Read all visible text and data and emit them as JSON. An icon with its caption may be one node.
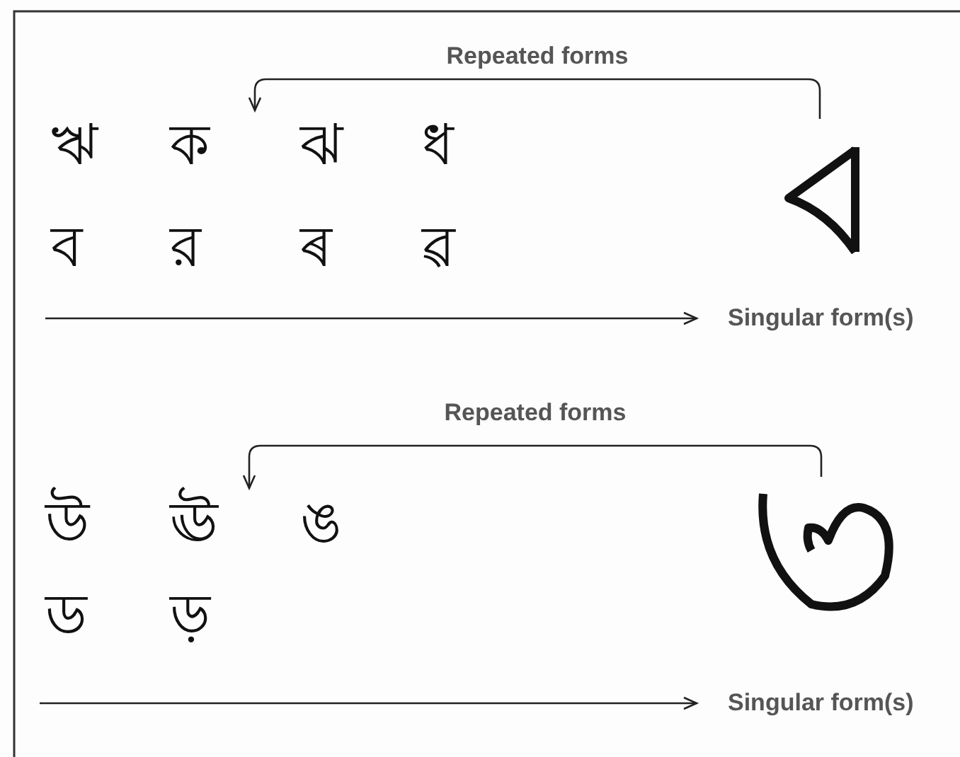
{
  "diagram": {
    "nodes": [
      {
        "text": [
          "ঋ"
        ]
      },
      {
        "text": [
          "ক"
        ]
      },
      {
        "text": [
          "ঝ"
        ]
      },
      {
        "text": [
          "ধ"
        ]
      },
      {
        "text": [
          "ব"
        ]
      },
      {
        "text": [
          "র"
        ]
      },
      {
        "text": [
          "ৰ"
        ]
      },
      {
        "text": [
          "ৱ"
        ]
      },
      {
        "text": [],
        "shape": "picture"
      },
      {
        "text": [
          "Singular form(s)"
        ]
      },
      {
        "text": [
          "উ"
        ]
      },
      {
        "text": [
          "ঊ"
        ]
      },
      {
        "text": [
          "ঙ"
        ]
      },
      {
        "text": [
          "ড"
        ]
      },
      {
        "text": [
          "ড়"
        ]
      },
      {
        "text": [],
        "shape": "picture"
      },
      {
        "text": [
          "Singular form(s)"
        ]
      }
    ],
    "edges": [
      {
        "from": 8,
        "to": 1,
        "arrow": "to",
        "label": "Repeated forms"
      },
      {
        "from": null,
        "to": 9,
        "arrow": "to"
      },
      {
        "from": 15,
        "to": 11,
        "arrow": "to",
        "label": "Repeated forms"
      },
      {
        "from": null,
        "to": 16,
        "arrow": "to"
      }
    ]
  }
}
